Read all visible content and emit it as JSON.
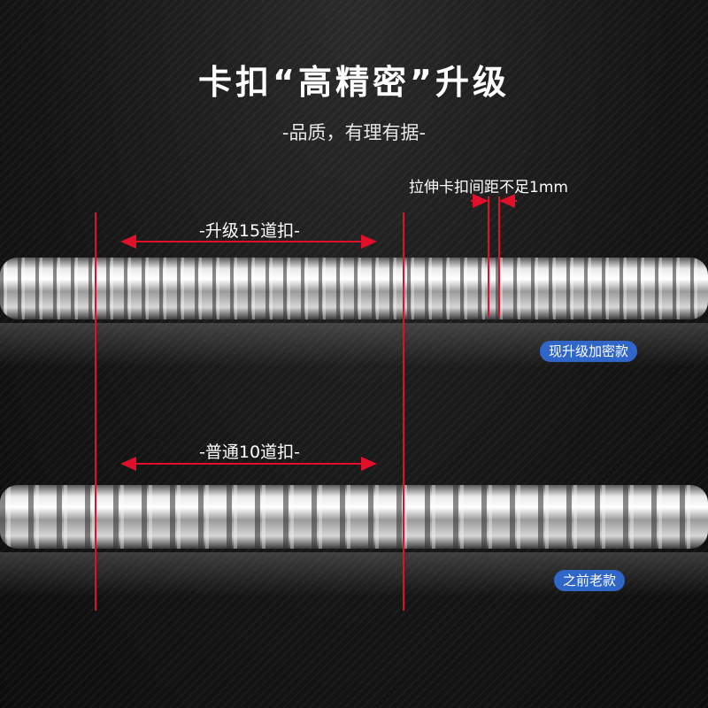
{
  "title": "卡扣“高精密”升级",
  "subtitle": "-品质，有理有据-",
  "callout": "拉伸卡扣间距不足1mm",
  "upper": {
    "annotation": "-升级15道扣-",
    "badge": "现升级加密款"
  },
  "lower": {
    "annotation": "-普通10道扣-",
    "badge": "之前老款"
  },
  "colors": {
    "guide": "#e0102a",
    "badge": "#2f66c8",
    "text": "#ffffff"
  }
}
